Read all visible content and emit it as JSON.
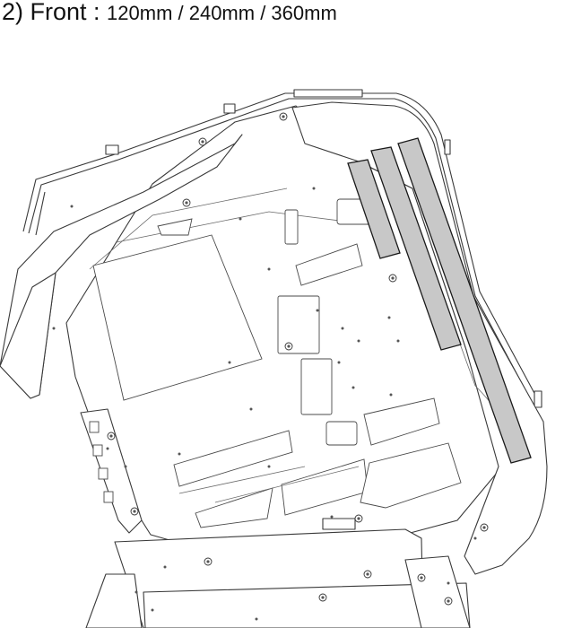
{
  "heading": {
    "lead": "2) Front : ",
    "tail": "120mm / 240mm / 360mm"
  },
  "radiator_slots": [
    {
      "size": "120mm"
    },
    {
      "size": "240mm"
    },
    {
      "size": "360mm"
    }
  ],
  "colors": {
    "radiator_fill": "#c8c8c8",
    "line": "#3a3a3a",
    "background": "#ffffff"
  }
}
